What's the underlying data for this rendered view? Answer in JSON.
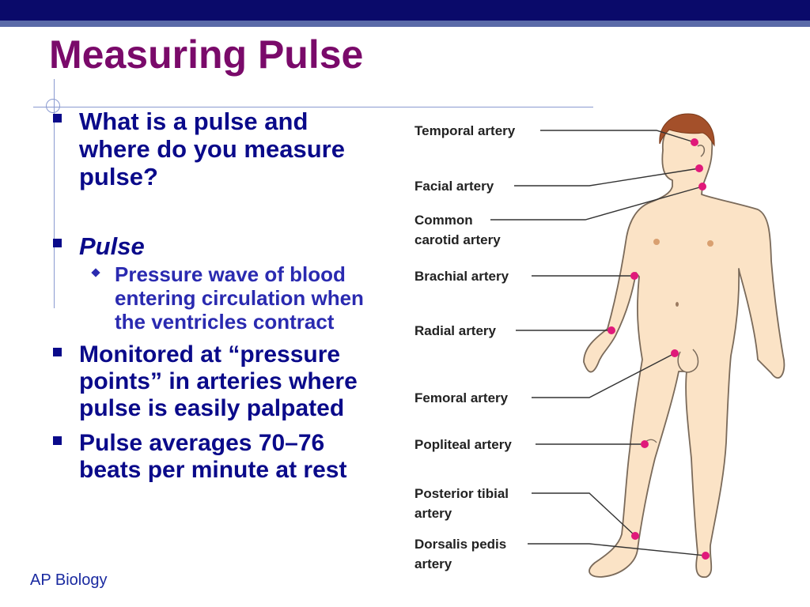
{
  "slide": {
    "title": "Measuring Pulse",
    "footer": "AP Biology"
  },
  "bullets": [
    {
      "text": "What is a pulse and where do you measure pulse?"
    },
    {
      "text": "Pulse"
    },
    {
      "text": "Pressure wave of blood entering circulation when the ventricles contract"
    },
    {
      "text": "Monitored at “pressure points” in arteries where pulse is easily palpated"
    },
    {
      "text": "Pulse averages 70–76 beats per minute at rest"
    }
  ],
  "diagram": {
    "labels": [
      "Temporal artery",
      "Facial artery",
      "Common",
      "carotid artery",
      "Brachial artery",
      "Radial artery",
      "Femoral artery",
      "Popliteal artery",
      "Posterior tibial",
      "artery",
      "Dorsalis pedis",
      "artery"
    ],
    "colors": {
      "skin": "#fbe3c6",
      "outline": "#7a6a5a",
      "hair": "#a4502a",
      "pulse_point": "#e0197a",
      "leader": "#333333"
    }
  }
}
